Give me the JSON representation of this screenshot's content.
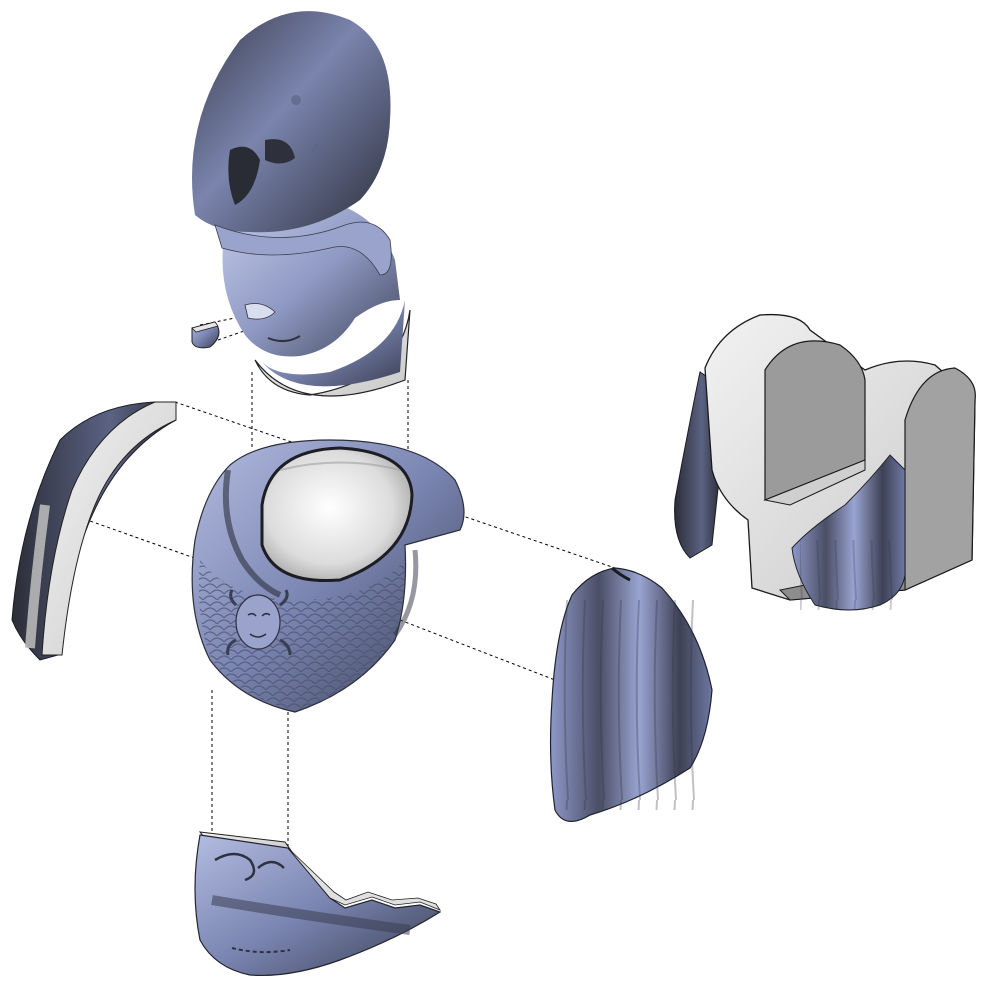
{
  "diagram": {
    "kind": "exploded-view",
    "colors": {
      "background": "#ffffff",
      "marble_light": "#a9b3d6",
      "marble_mid": "#6f7aa3",
      "marble_dark": "#2e3140",
      "cut_face": "#e2e2e2",
      "cut_face_shadow": "#9a9a9a",
      "leader_line": "#000000"
    },
    "parts": [
      {
        "id": "helmeted-head",
        "icon": "head-with-helmet"
      },
      {
        "id": "nose-fragment",
        "icon": "small-fragment"
      },
      {
        "id": "left-arm-shell",
        "icon": "curved-shell"
      },
      {
        "id": "aegis-breastplate",
        "icon": "breastplate-with-gorgoneion"
      },
      {
        "id": "right-drapery",
        "icon": "draped-cloth"
      },
      {
        "id": "lower-torso-belt",
        "icon": "belt-fragment"
      },
      {
        "id": "support-block",
        "icon": "cut-support-block"
      }
    ],
    "leader_style": "dashed"
  }
}
